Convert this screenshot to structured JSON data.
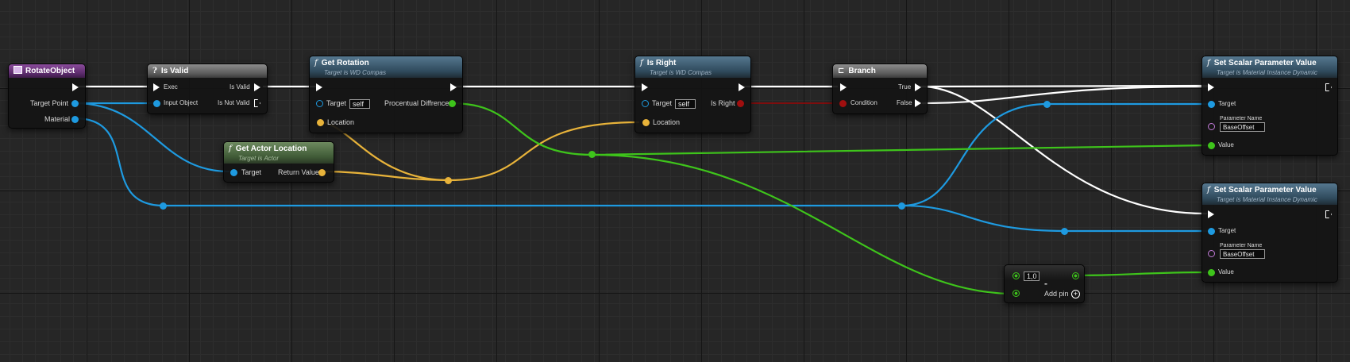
{
  "colors": {
    "exec": "#ffffff",
    "object": "#1e9ae0",
    "float": "#3ec41b",
    "vector": "#e8b33a",
    "boolean": "#a00f0f",
    "param_name": "#c27bd8"
  },
  "nodes": {
    "rotate_object": {
      "title": "RotateObject",
      "pins": {
        "target_point": "Target Point",
        "material": "Material"
      }
    },
    "is_valid": {
      "title": "Is Valid",
      "pins": {
        "exec": "Exec",
        "input_object": "Input Object",
        "is_valid": "Is Valid",
        "is_not_valid": "Is Not Valid"
      }
    },
    "get_rotation": {
      "title": "Get Rotation",
      "subtitle": "Target is WD Compas",
      "pins": {
        "target": "Target",
        "target_value": "self",
        "location": "Location",
        "output": "Procentual Diffrence"
      }
    },
    "get_actor_location": {
      "title": "Get Actor Location",
      "subtitle": "Target is Actor",
      "pins": {
        "target": "Target",
        "return_value": "Return Value"
      }
    },
    "is_right": {
      "title": "Is Right",
      "subtitle": "Target is WD Compas",
      "pins": {
        "target": "Target",
        "target_value": "self",
        "location": "Location",
        "output": "Is Right"
      }
    },
    "branch": {
      "title": "Branch",
      "pins": {
        "condition": "Condition",
        "true": "True",
        "false": "False"
      }
    },
    "set_scalar_1": {
      "title": "Set Scalar Parameter Value",
      "subtitle": "Target is Material Instance Dynamic",
      "pins": {
        "target": "Target",
        "param_name_label": "Parameter Name",
        "param_name_value": "BaseOffset",
        "value": "Value"
      }
    },
    "set_scalar_2": {
      "title": "Set Scalar Parameter Value",
      "subtitle": "Target is Material Instance Dynamic",
      "pins": {
        "target": "Target",
        "param_name_label": "Parameter Name",
        "param_name_value": "BaseOffset",
        "value": "Value"
      }
    },
    "subtract": {
      "a_value": "1,0",
      "operator": "-",
      "add_pin": "Add pin"
    }
  }
}
